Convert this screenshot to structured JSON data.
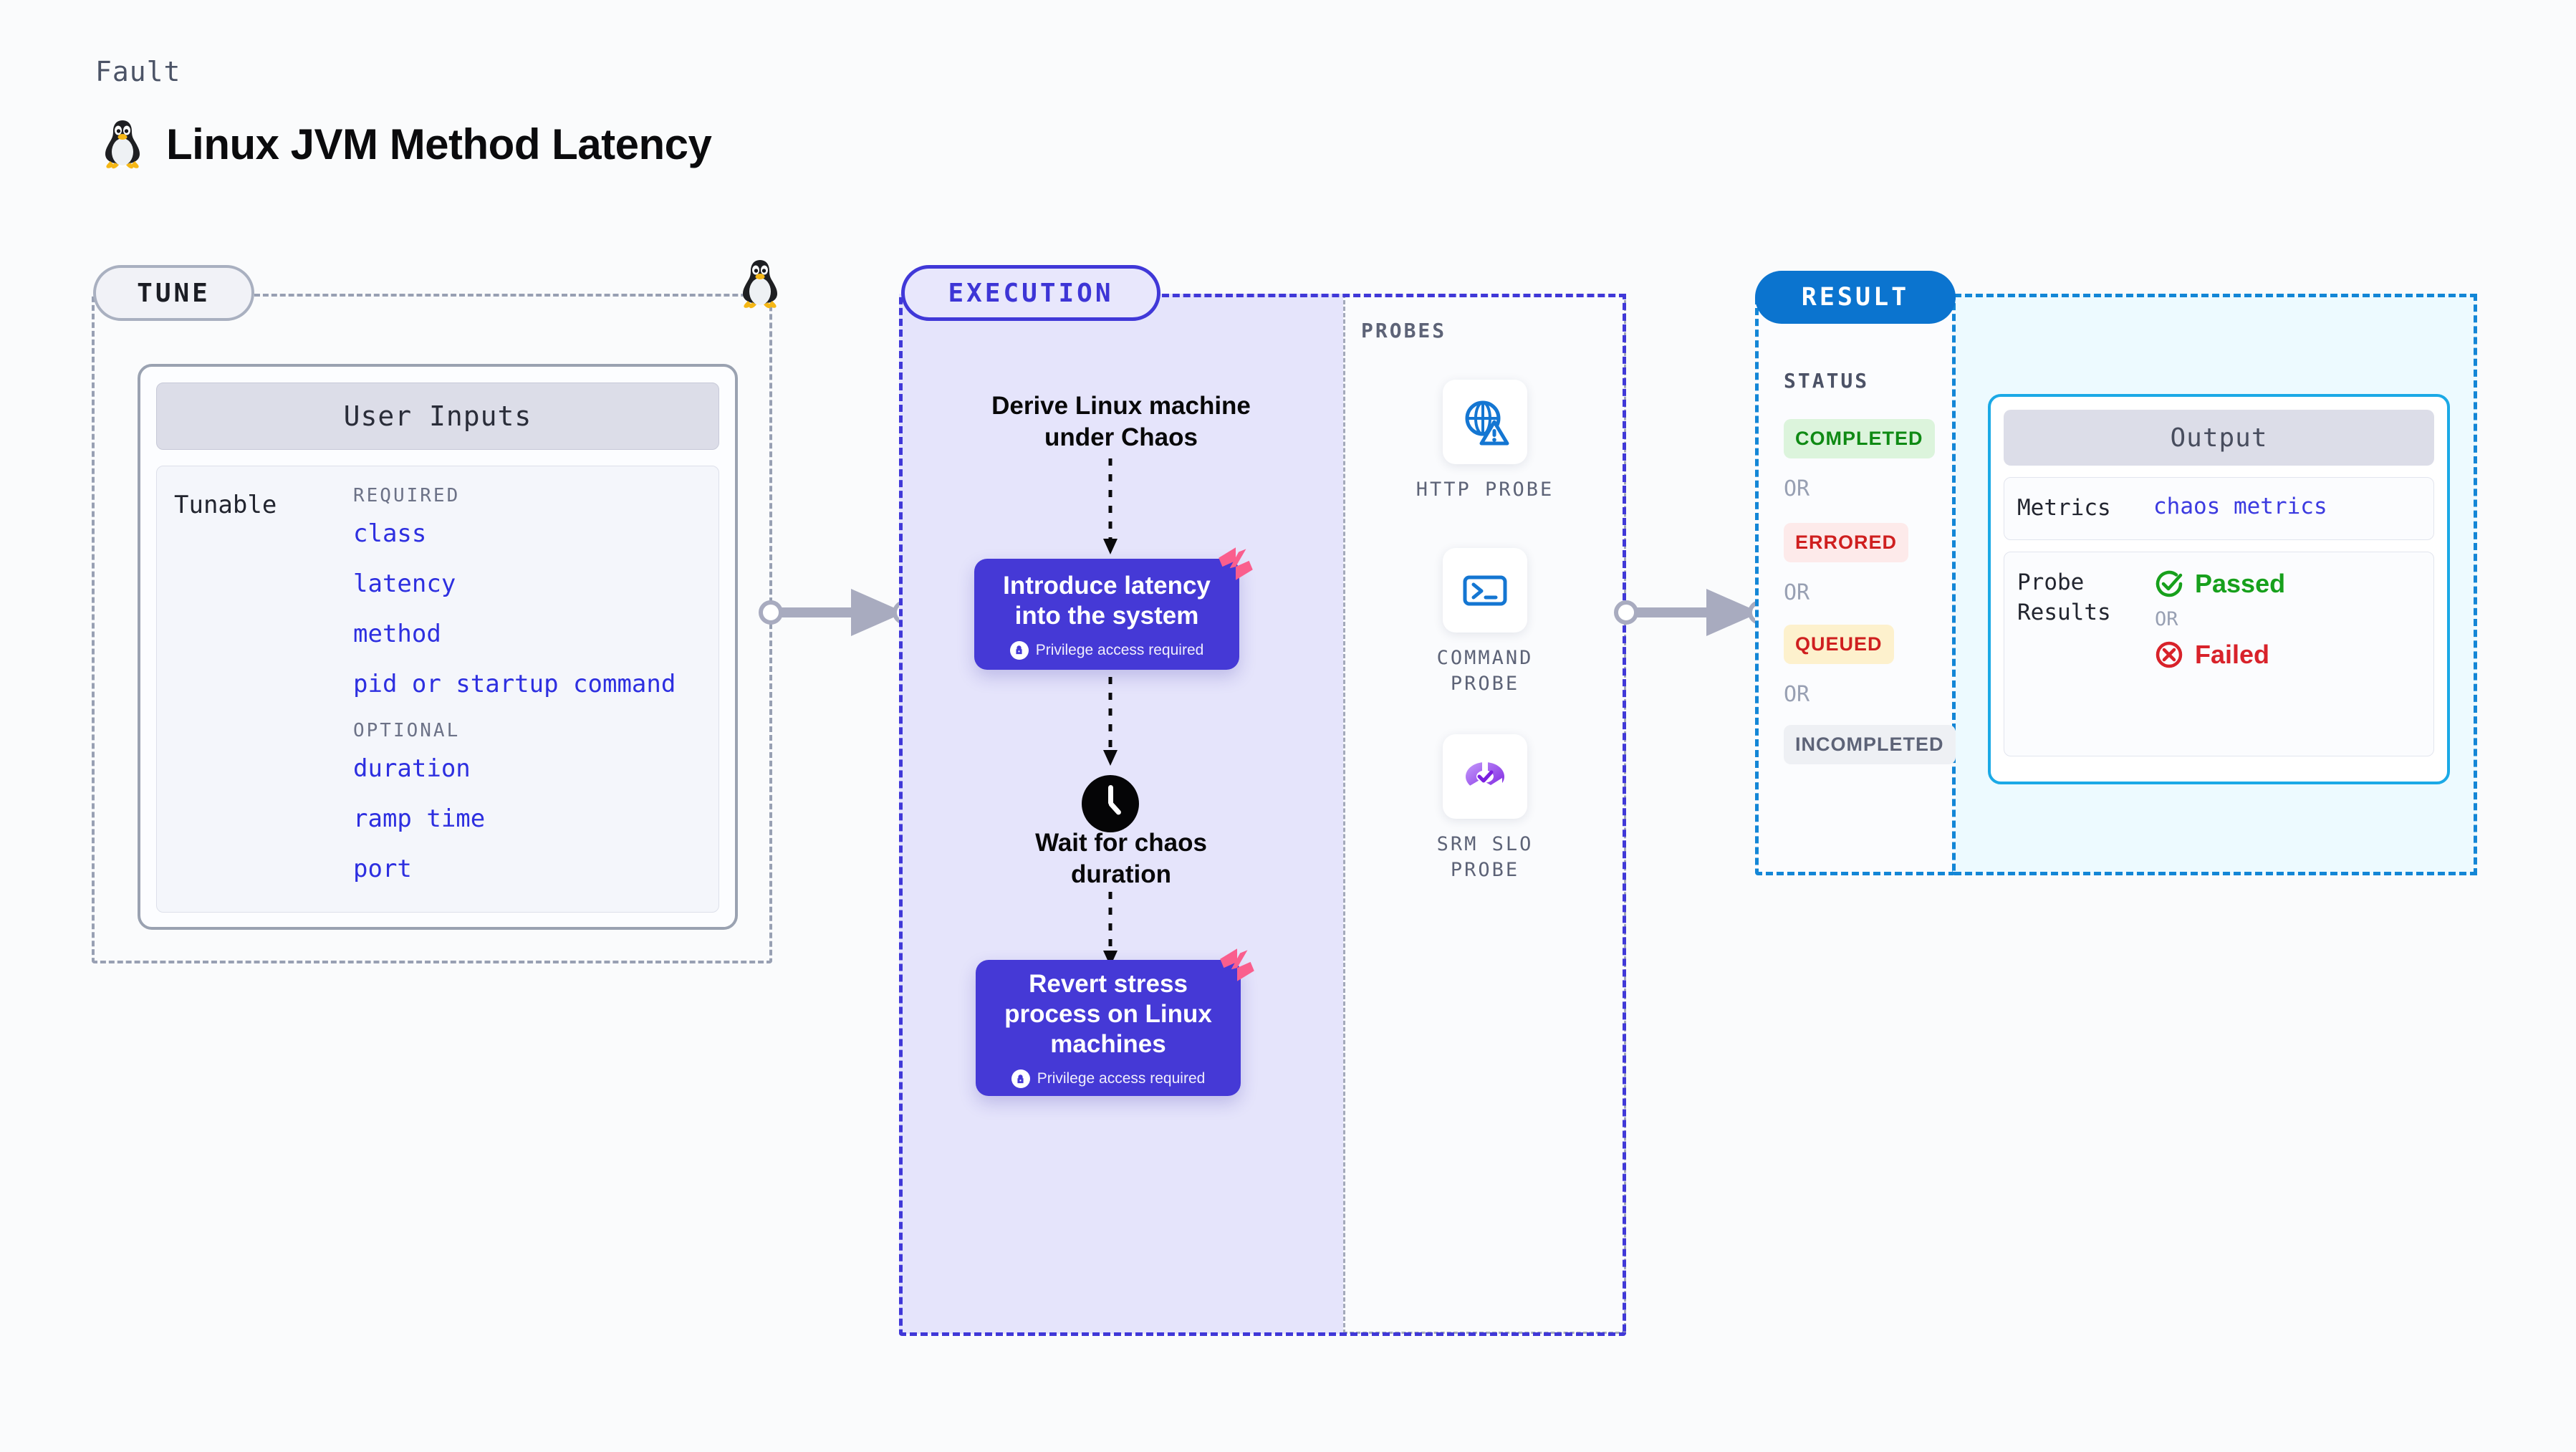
{
  "header": {
    "kicker": "Fault",
    "title": "Linux JVM Method Latency",
    "icon": "linux-penguin-icon"
  },
  "tune": {
    "pill_label": "TUNE",
    "card_title": "User Inputs",
    "tunable_label": "Tunable",
    "required_label": "REQUIRED",
    "optional_label": "OPTIONAL",
    "required": [
      "class",
      "latency",
      "method",
      "pid or startup command"
    ],
    "optional": [
      "duration",
      "ramp time",
      "port"
    ],
    "accent_param_color": "#2d2fe0"
  },
  "execution": {
    "pill_label": "EXECUTION",
    "accent": "#4038d8",
    "steps": {
      "derive": "Derive Linux machine\nunder Chaos",
      "introduce_title": "Introduce latency\ninto the system",
      "introduce_sub": "Privilege access required",
      "wait": "Wait for chaos\nduration",
      "revert_title": "Revert stress\nprocess on Linux\nmachines",
      "revert_sub": "Privilege access required"
    },
    "probes": {
      "title": "PROBES",
      "items": [
        {
          "label": "HTTP  PROBE",
          "icon": "globe-warning-icon"
        },
        {
          "label": "COMMAND\nPROBE",
          "icon": "terminal-prompt-icon"
        },
        {
          "label": "SRM  SLO\nPROBE",
          "icon": "slo-donut-check-icon"
        }
      ]
    }
  },
  "result": {
    "pill_label": "RESULT",
    "accent": "#0b74cf",
    "status_title": "STATUS",
    "or_label": "OR",
    "statuses": [
      {
        "label": "COMPLETED",
        "bg": "#dcf4dc",
        "fg": "#0f8a14"
      },
      {
        "label": "ERRORED",
        "bg": "#fdeaea",
        "fg": "#cf1f1f"
      },
      {
        "label": "QUEUED",
        "bg": "#fdf1cd",
        "fg": "#cf1f1f"
      },
      {
        "label": "INCOMPLETED",
        "bg": "#eef0f4",
        "fg": "#5d6377"
      }
    ],
    "output": {
      "title": "Output",
      "metrics_key": "Metrics",
      "metrics_value": "chaos metrics",
      "probe_results_key": "Probe\nResults",
      "passed_label": "Passed",
      "failed_label": "Failed",
      "or_label": "OR",
      "passed_color": "#17a01c",
      "failed_color": "#d8222a"
    }
  }
}
